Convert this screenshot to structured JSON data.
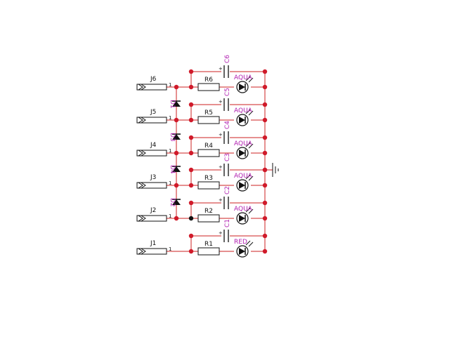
{
  "colors": {
    "wire": "#cc2222",
    "junction": "#d01a2a",
    "component": "#111111",
    "ref_label": "#b01eb0",
    "background": "#ffffff"
  },
  "connectors": [
    {
      "ref": "J6",
      "pin": "1"
    },
    {
      "ref": "J5",
      "pin": "1"
    },
    {
      "ref": "J4",
      "pin": "1"
    },
    {
      "ref": "J3",
      "pin": "1"
    },
    {
      "ref": "J2",
      "pin": "1"
    },
    {
      "ref": "J1",
      "pin": "1"
    }
  ],
  "resistors": [
    "R6",
    "R5",
    "R4",
    "R3",
    "R2",
    "R1"
  ],
  "capacitors": [
    "C6",
    "C5",
    "C4",
    "C3",
    "C2",
    "C1"
  ],
  "capacitor_polarity": "+",
  "leds": [
    "AQUA",
    "AQUA",
    "AQUA",
    "AQUA",
    "AQUA",
    "RED"
  ],
  "diodes": [
    "D1",
    "D3",
    "D4",
    "D2"
  ],
  "ground_icon": "ground-icon"
}
